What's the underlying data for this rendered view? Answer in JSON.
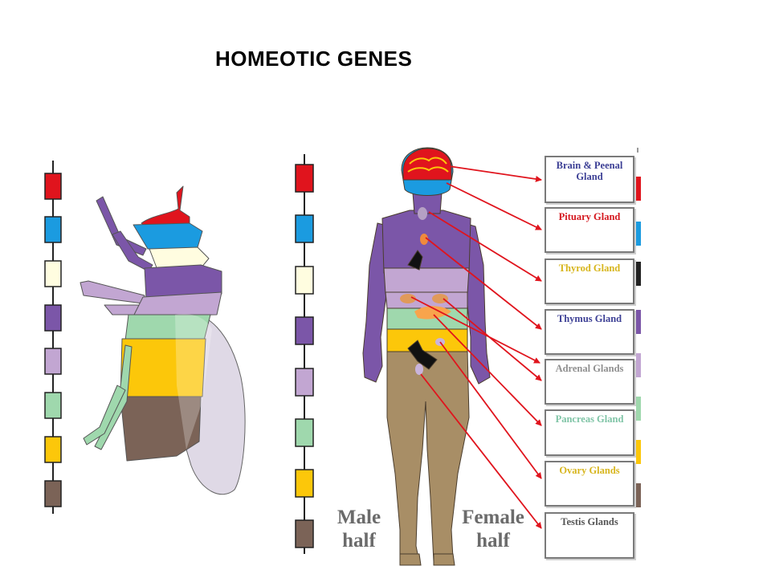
{
  "title": "HOMEOTIC GENES",
  "colors": {
    "red": "#e0141d",
    "blue": "#1b9be0",
    "cream": "#fffde0",
    "purple": "#7b56a8",
    "lavender": "#c2a6d2",
    "green": "#9fd8ad",
    "yellow": "#fcc70a",
    "brown": "#7b6357",
    "arrow": "#e0141d",
    "skin": "#a88e66"
  },
  "glands": [
    {
      "label": "Brain & Peenal Gland",
      "color": "#3c3f95"
    },
    {
      "label": "Pituary Gland",
      "color": "#d4171e"
    },
    {
      "label": "Thyrod Gland",
      "color": "#d7b51c"
    },
    {
      "label": "Thymus Gland",
      "color": "#3c3f95"
    },
    {
      "label": "Adrenal Glands",
      "color": "#8f8f8f"
    },
    {
      "label": "Pancreas Gland",
      "color": "#7fc4a6"
    },
    {
      "label": "Ovary Glands",
      "color": "#d7b51c"
    },
    {
      "label": "Testis Glands",
      "color": "#555555"
    }
  ],
  "labels": {
    "male": "Male half",
    "female": "Female half"
  }
}
